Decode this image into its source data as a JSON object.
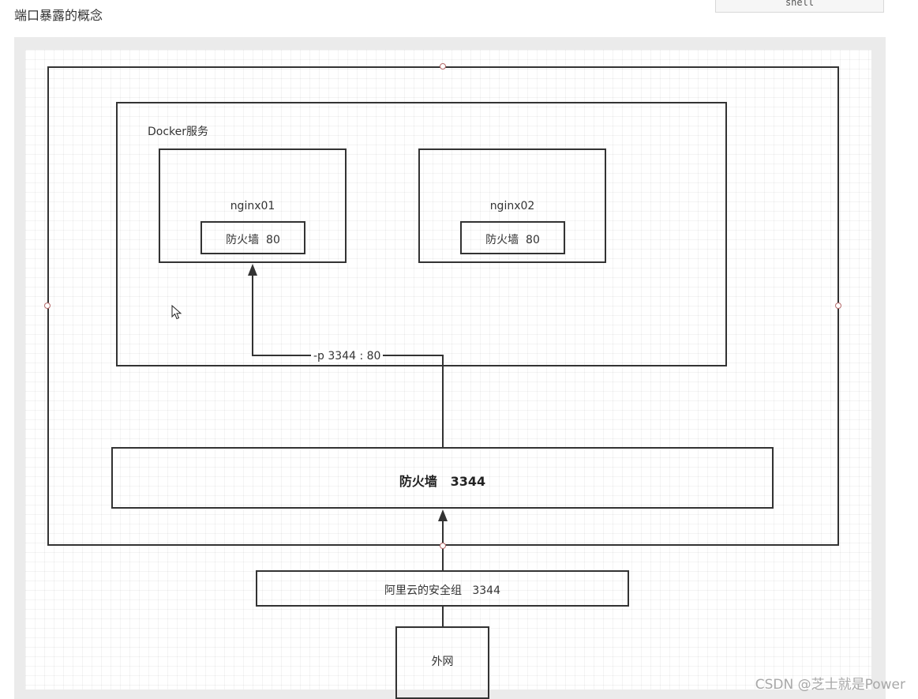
{
  "heading": "端口暴露的概念",
  "top_tab": "shell",
  "diagram": {
    "docker_service_label": "Docker服务",
    "nginx01": {
      "title": "nginx01",
      "firewall": "防火墙  80"
    },
    "nginx02": {
      "title": "nginx02",
      "firewall": "防火墙  80"
    },
    "port_mapping": "-p 3344 : 80",
    "host_firewall": "防火墙   3344",
    "security_group": "阿里云的安全组   3344",
    "external_network": "外网"
  },
  "watermark": "CSDN @芝士就是Power"
}
